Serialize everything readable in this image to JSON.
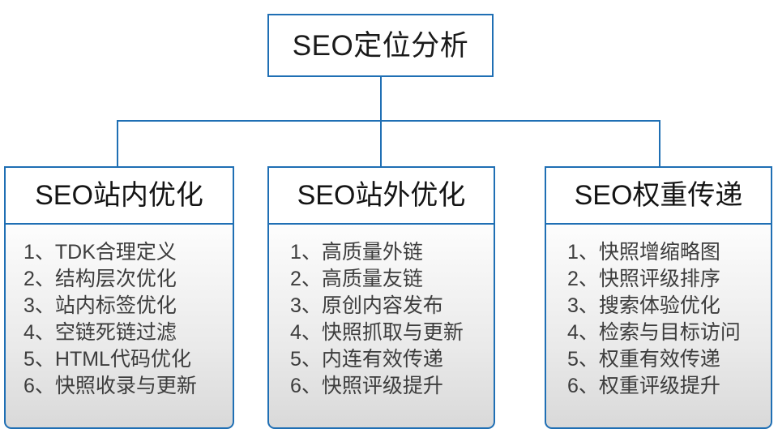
{
  "diagram": {
    "type": "org-tree",
    "root": {
      "label": "SEO定位分析"
    },
    "accent_color": "#1f6fb4",
    "body_fill_top": "#fdfdfd",
    "body_fill_bottom": "#d9d9d9",
    "branches": [
      {
        "header": "SEO站内优化",
        "items": [
          "1、TDK合理定义",
          "2、结构层次优化",
          "3、站内标签优化",
          "4、空链死链过滤",
          "5、HTML代码优化",
          "6、快照收录与更新"
        ]
      },
      {
        "header": "SEO站外优化",
        "items": [
          "1、高质量外链",
          "2、高质量友链",
          "3、原创内容发布",
          "4、快照抓取与更新",
          "5、内连有效传递",
          "6、快照评级提升"
        ]
      },
      {
        "header": "SEO权重传递",
        "items": [
          "1、快照增缩略图",
          "2、快照评级排序",
          "3、搜索体验优化",
          "4、检索与目标访问",
          "5、权重有效传递",
          "6、权重评级提升"
        ]
      }
    ]
  }
}
